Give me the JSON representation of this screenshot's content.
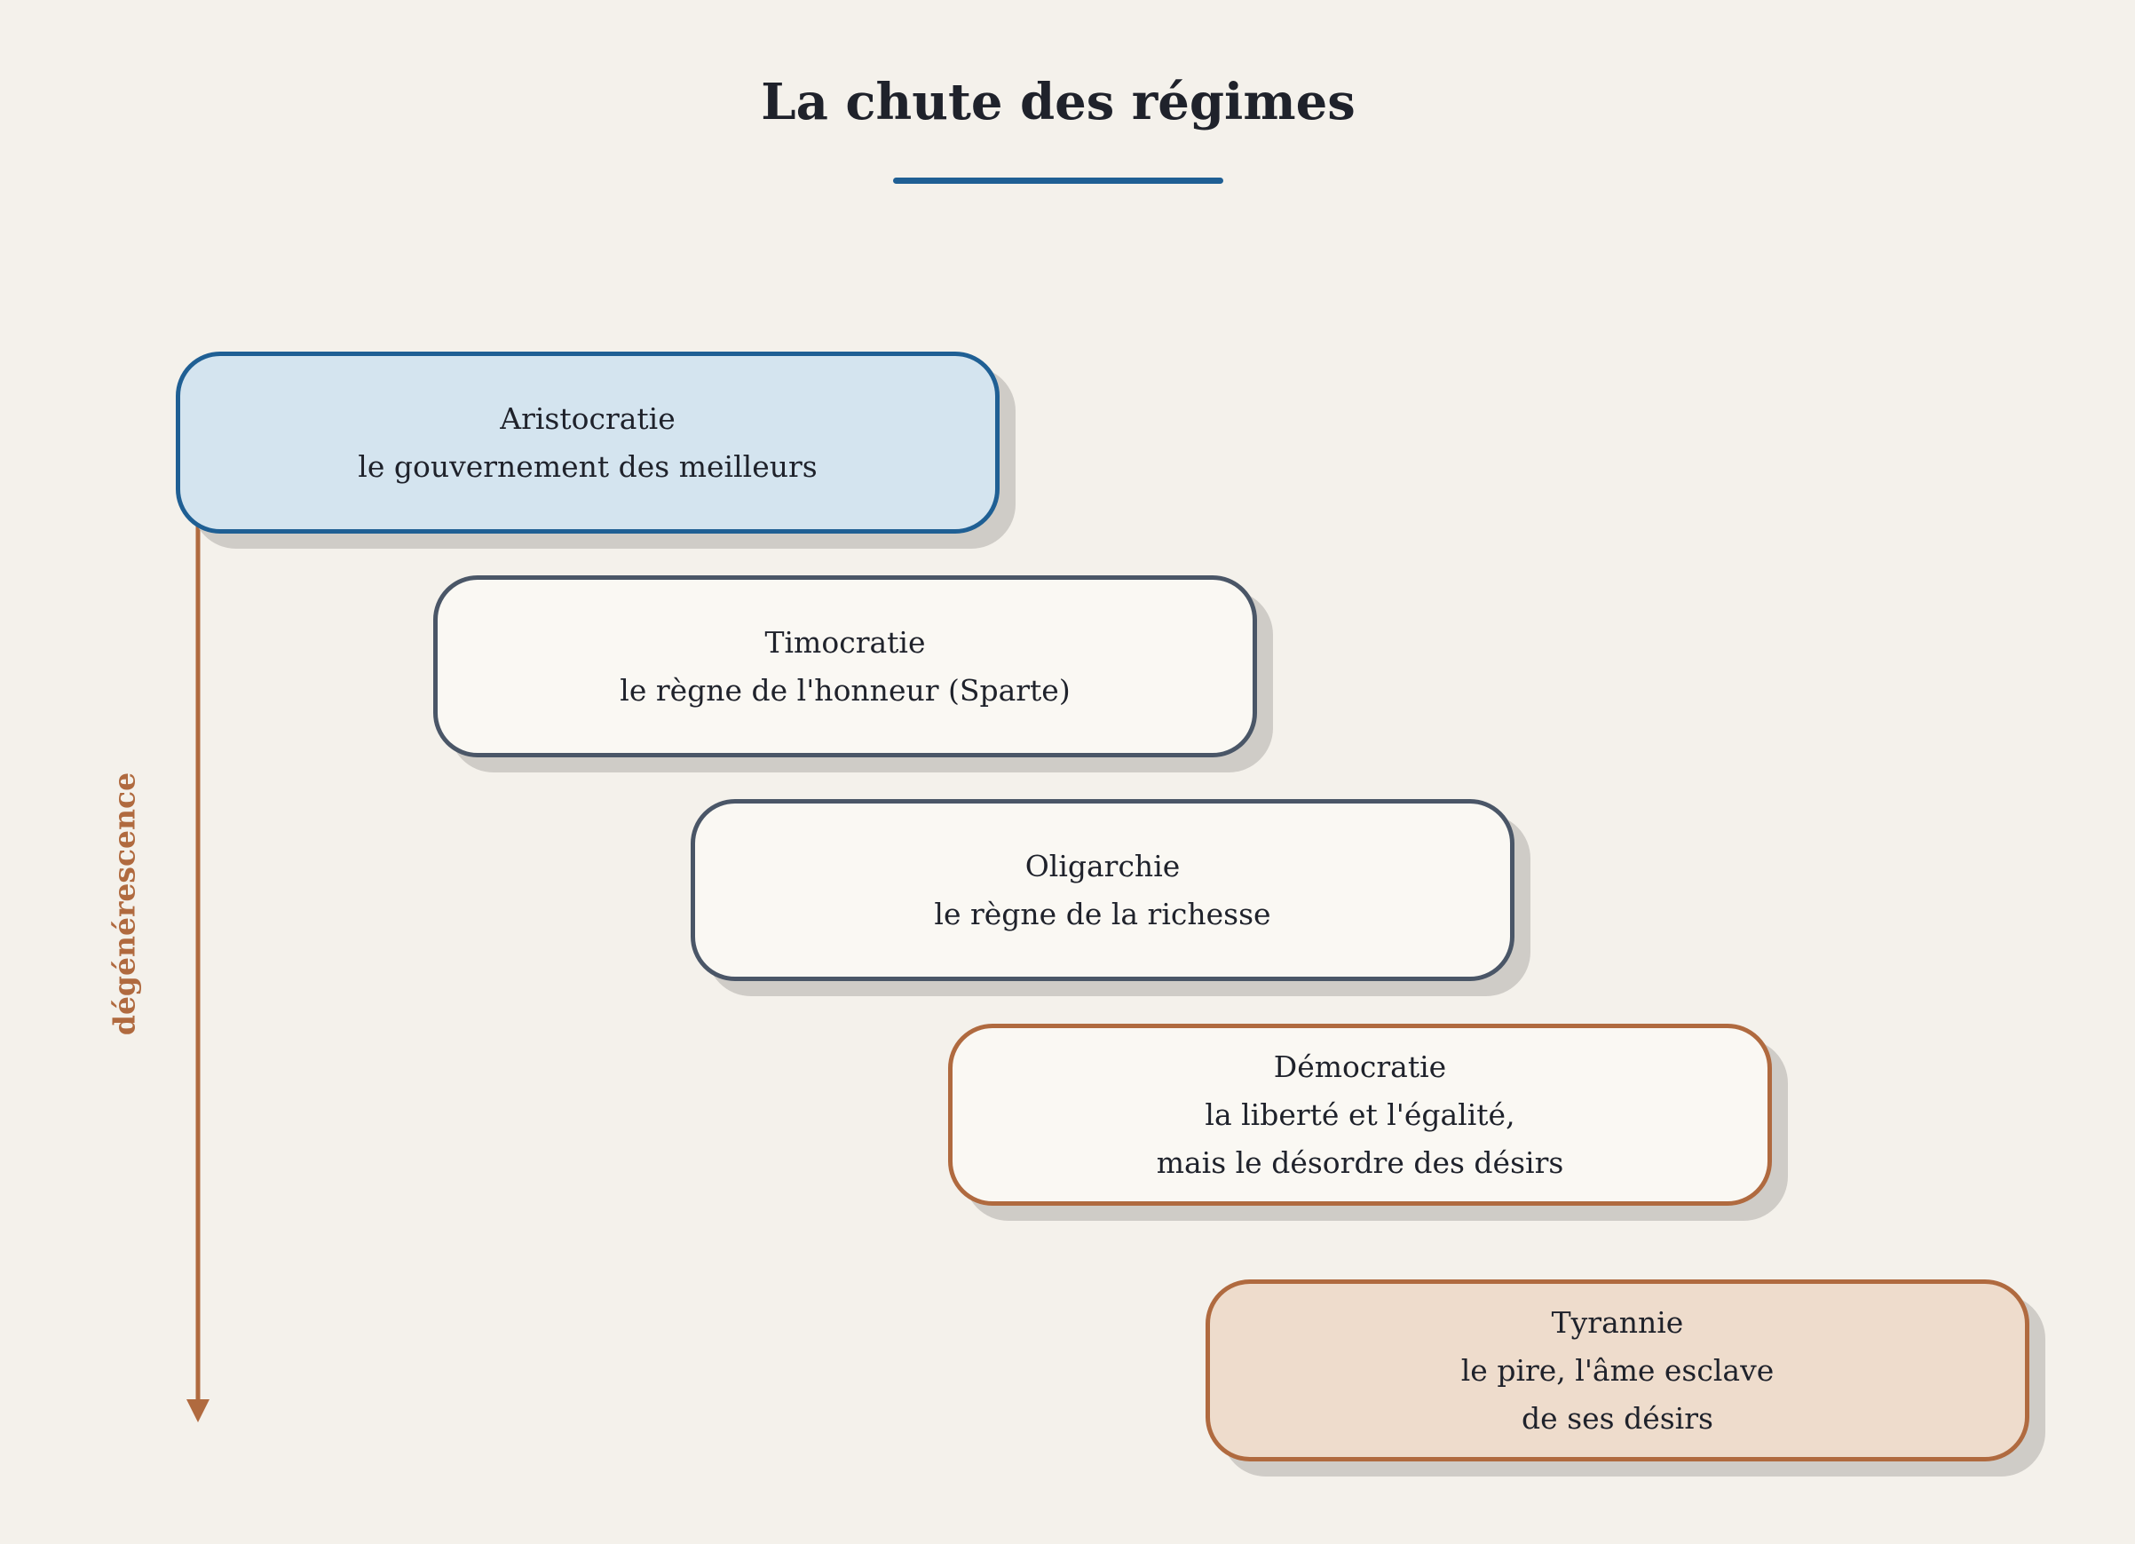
{
  "title": "La chute des régimes",
  "side_label": "dégénérescence",
  "colors": {
    "background": "#f4f1eb",
    "accent_blue": "#1f5f94",
    "slate": "#4a5667",
    "terracotta": "#b06a3f",
    "aristocratie_fill": "#d4e4ef",
    "tyrannie_fill": "#eedccc"
  },
  "regimes": [
    {
      "name": "Aristocratie",
      "lines": [
        "le gouvernement des meilleurs"
      ]
    },
    {
      "name": "Timocratie",
      "lines": [
        "le règne de l'honneur (Sparte)"
      ]
    },
    {
      "name": "Oligarchie",
      "lines": [
        "le règne de la richesse"
      ]
    },
    {
      "name": "Démocratie",
      "lines": [
        "la liberté et l'égalité,",
        "mais le désordre des désirs"
      ]
    },
    {
      "name": "Tyrannie",
      "lines": [
        "le pire, l'âme esclave",
        "de ses désirs"
      ]
    }
  ]
}
